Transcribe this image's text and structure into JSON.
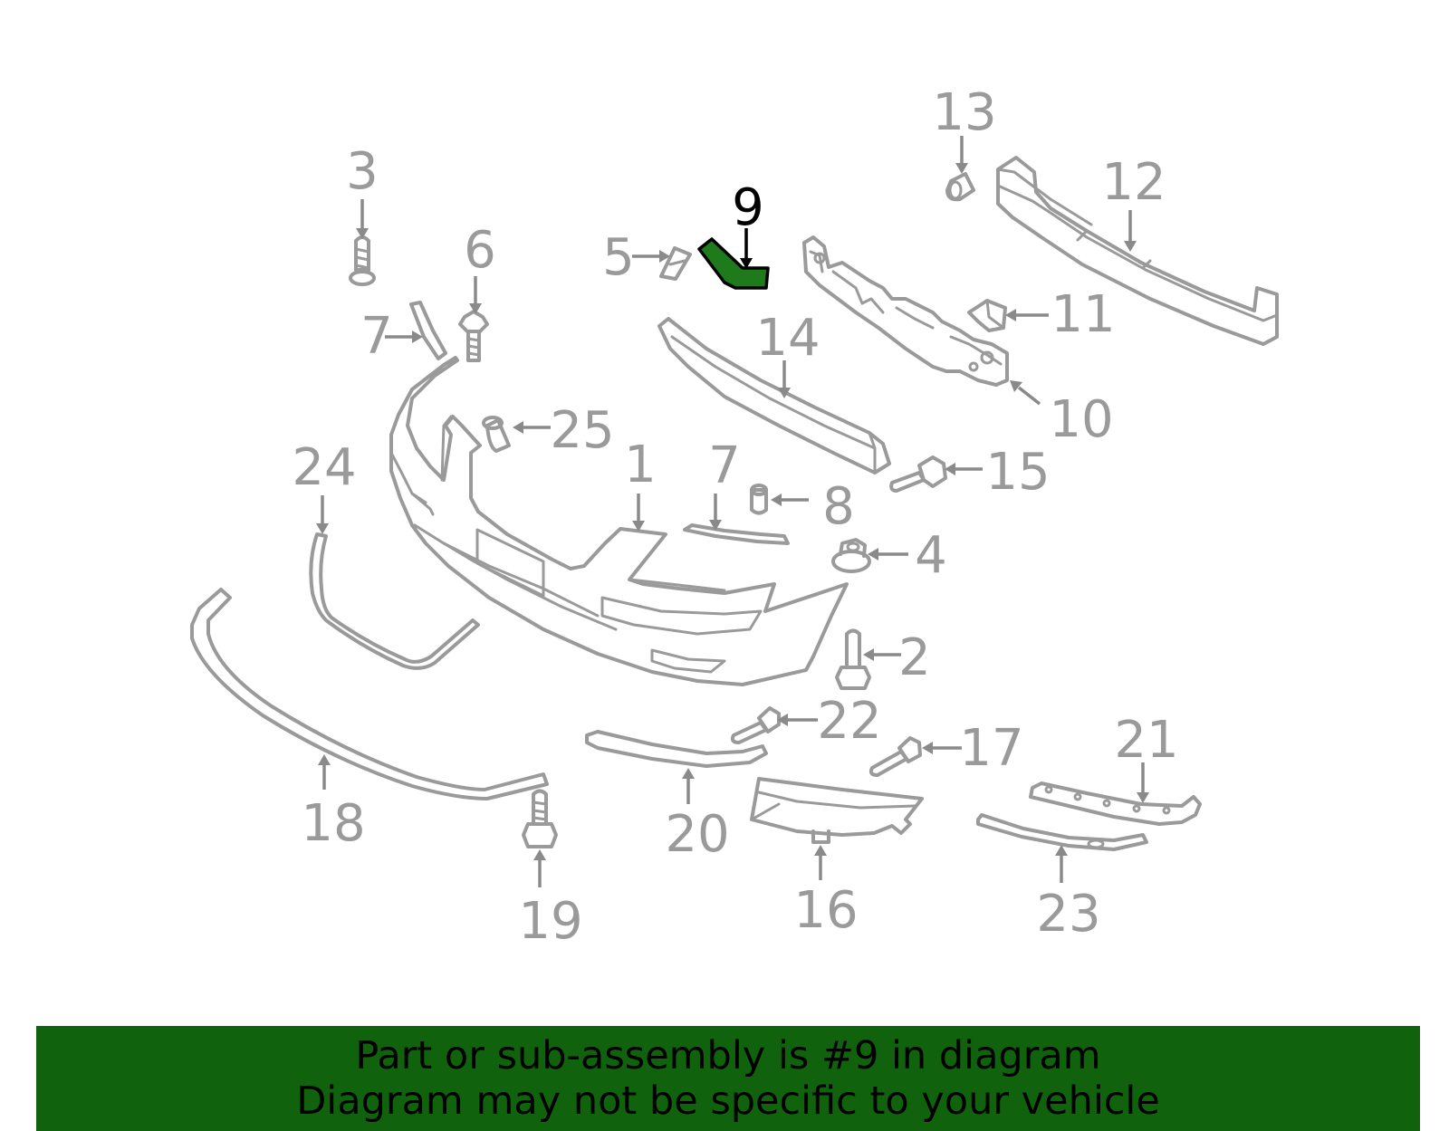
{
  "diagram": {
    "highlighted_part": "9",
    "colors": {
      "line": "#9a9a9a",
      "highlight_fill": "#1e7a1a",
      "banner_bg": "#11620d",
      "banner_text": "#000000"
    },
    "callouts": {
      "c1": "1",
      "c2": "2",
      "c3": "3",
      "c4": "4",
      "c5": "5",
      "c6": "6",
      "c7a": "7",
      "c7b": "7",
      "c8": "8",
      "c9": "9",
      "c10": "10",
      "c11": "11",
      "c12": "12",
      "c13": "13",
      "c14": "14",
      "c15": "15",
      "c16": "16",
      "c17": "17",
      "c18": "18",
      "c19": "19",
      "c20": "20",
      "c21": "21",
      "c22": "22",
      "c23": "23",
      "c24": "24",
      "c25": "25"
    }
  },
  "banner": {
    "line1": "Part or sub-assembly is #9 in diagram",
    "line2": "Diagram may not be specific to your vehicle"
  }
}
